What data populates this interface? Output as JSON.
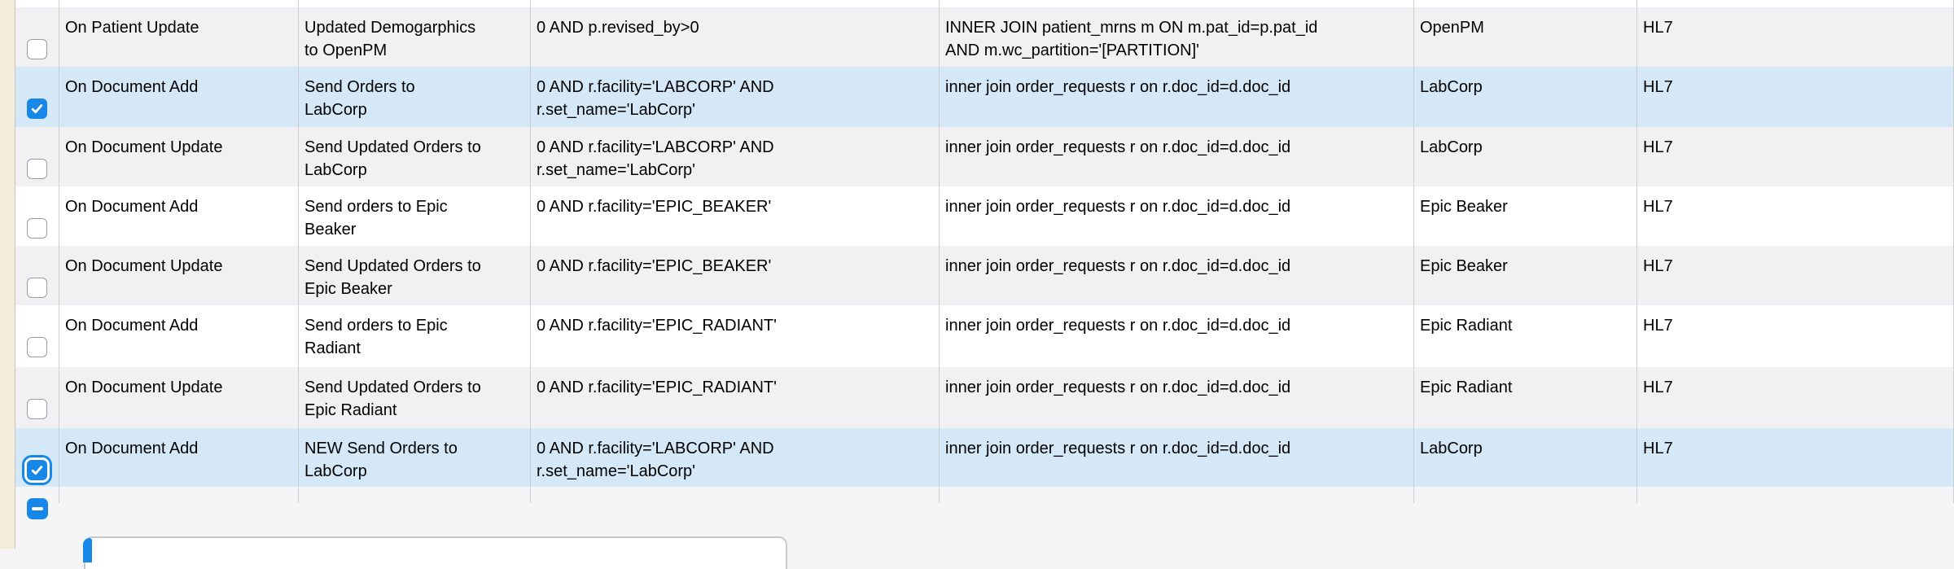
{
  "colors": {
    "accent_blue": "#1787e8",
    "selected_row_blue": "#d4e8f7",
    "zebra_row_gray": "#f1f1f4",
    "left_margin_cream": "#f4ecda",
    "grid_line_gray": "#cdcdcd",
    "below_table_bg": "#f5f5f7",
    "panel_border_gray": "#c8c8c8"
  },
  "icons": {
    "checkbox_checked": "check-icon",
    "remove_button": "minus-icon"
  },
  "table": {
    "fields": [
      "event",
      "name",
      "condition",
      "join",
      "target",
      "protocol"
    ],
    "rows": [
      {
        "checked": false,
        "focused": false,
        "event": "On Patient Update",
        "name": "Updated Demogarphics\nto OpenPM",
        "condition": "0 AND p.revised_by>0",
        "join": "INNER JOIN patient_mrns m ON m.pat_id=p.pat_id\nAND m.wc_partition='[PARTITION]'",
        "target": "OpenPM",
        "protocol": "HL7"
      },
      {
        "checked": true,
        "focused": false,
        "event": "On Document Add",
        "name": "Send Orders to\nLabCorp",
        "condition": "0 AND r.facility='LABCORP' AND\nr.set_name='LabCorp'",
        "join": "inner join order_requests r on r.doc_id=d.doc_id",
        "target": "LabCorp",
        "protocol": "HL7"
      },
      {
        "checked": false,
        "focused": false,
        "event": "On Document Update",
        "name": "Send Updated Orders to\nLabCorp",
        "condition": "0 AND r.facility='LABCORP' AND\nr.set_name='LabCorp'",
        "join": "inner join order_requests r on r.doc_id=d.doc_id",
        "target": "LabCorp",
        "protocol": "HL7"
      },
      {
        "checked": false,
        "focused": false,
        "event": "On Document Add",
        "name": "Send orders to Epic\nBeaker",
        "condition": "0 AND r.facility='EPIC_BEAKER'",
        "join": "inner join order_requests r on r.doc_id=d.doc_id",
        "target": "Epic Beaker",
        "protocol": "HL7"
      },
      {
        "checked": false,
        "focused": false,
        "event": "On Document Update",
        "name": "Send Updated Orders to\nEpic Beaker",
        "condition": "0 AND r.facility='EPIC_BEAKER'",
        "join": "inner join order_requests r on r.doc_id=d.doc_id",
        "target": "Epic Beaker",
        "protocol": "HL7"
      },
      {
        "checked": false,
        "focused": false,
        "event": "On Document Add",
        "name": "Send orders to Epic\nRadiant",
        "condition": "0 AND r.facility='EPIC_RADIANT'",
        "join": "inner join order_requests r on r.doc_id=d.doc_id",
        "target": "Epic Radiant",
        "protocol": "HL7"
      },
      {
        "checked": false,
        "focused": false,
        "event": "On Document Update",
        "name": "Send Updated Orders to\nEpic Radiant",
        "condition": "0 AND r.facility='EPIC_RADIANT'",
        "join": "inner join order_requests r on r.doc_id=d.doc_id",
        "target": "Epic Radiant",
        "protocol": "HL7"
      },
      {
        "checked": true,
        "focused": true,
        "event": "On Document Add",
        "name": "NEW Send Orders to\nLabCorp",
        "condition": "0 AND r.facility='LABCORP' AND\nr.set_name='LabCorp'",
        "join": "inner join order_requests r on r.doc_id=d.doc_id",
        "target": "LabCorp",
        "protocol": "HL7"
      }
    ]
  }
}
